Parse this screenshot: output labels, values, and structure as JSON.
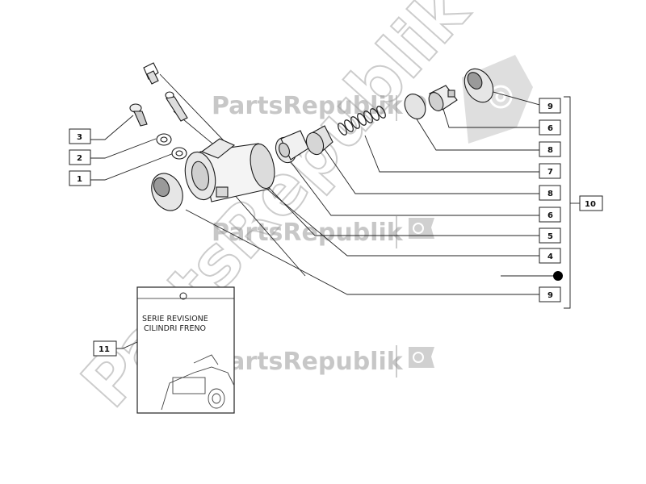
{
  "diagram": {
    "callouts_left": [
      "3",
      "2",
      "1"
    ],
    "callouts_right": [
      "9",
      "6",
      "8",
      "7",
      "8",
      "6",
      "5",
      "4",
      "9"
    ],
    "group_label": "10",
    "kit_label": "11",
    "kit_text_line1": "SERIE REVISIONE",
    "kit_text_line2": "CILINDRI FRENO"
  },
  "watermark": {
    "text": "PartsRepublik",
    "big_text": "PartsRepublik"
  },
  "icons": [
    "gear-icon",
    "flag-icon"
  ]
}
